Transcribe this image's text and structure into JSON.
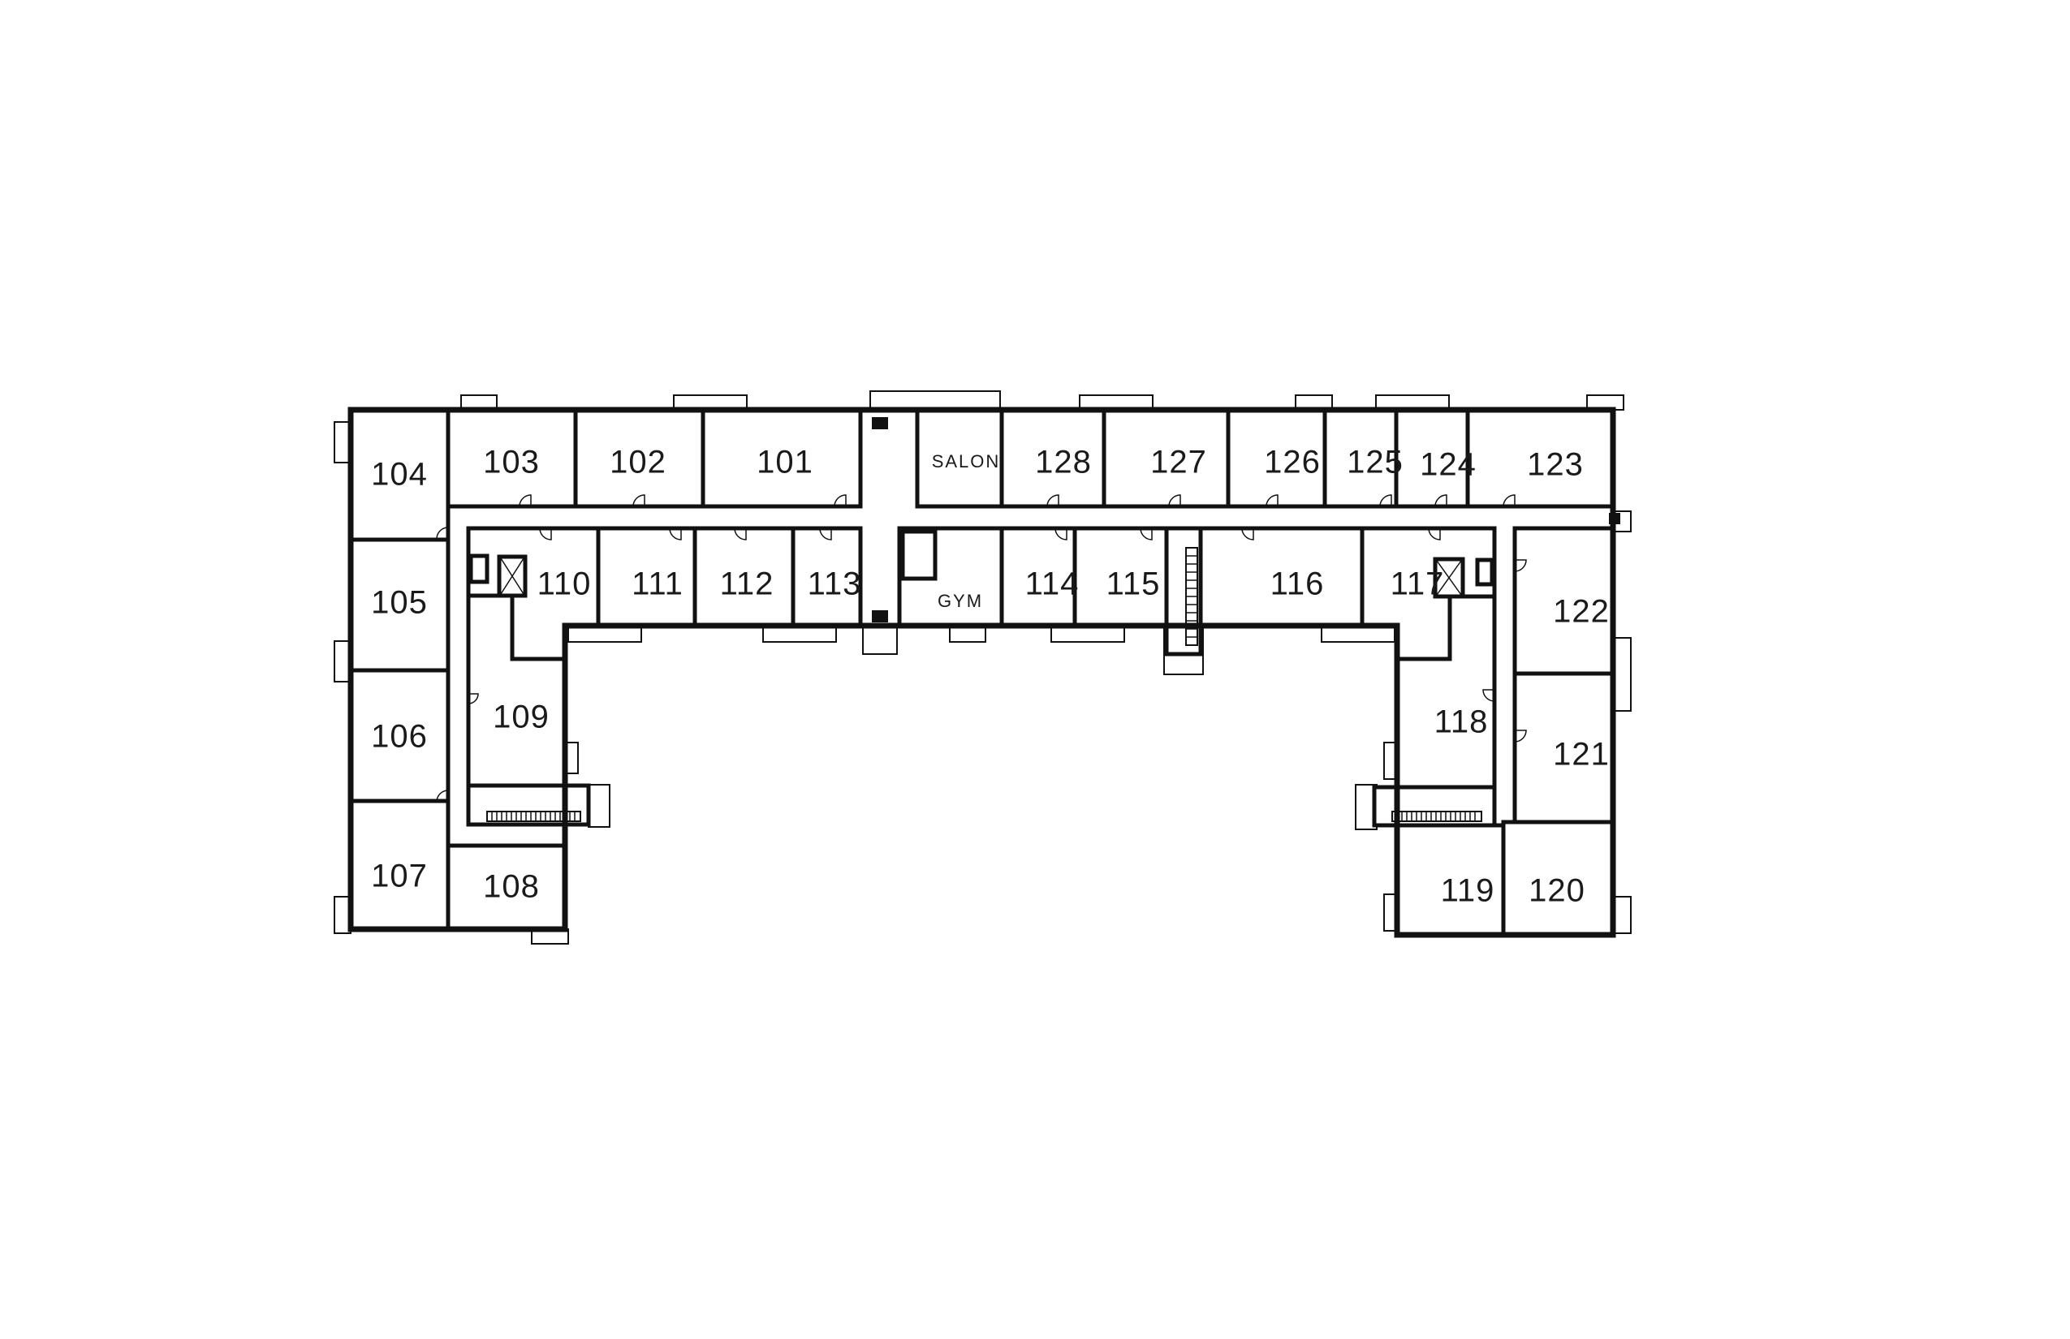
{
  "floor_plan": {
    "rooms": {
      "r101": "101",
      "r102": "102",
      "r103": "103",
      "r104": "104",
      "r105": "105",
      "r106": "106",
      "r107": "107",
      "r108": "108",
      "r109": "109",
      "r110": "110",
      "r111": "111",
      "r112": "112",
      "r113": "113",
      "r114": "114",
      "r115": "115",
      "r116": "116",
      "r117": "117",
      "r118": "118",
      "r119": "119",
      "r120": "120",
      "r121": "121",
      "r122": "122",
      "r123": "123",
      "r124": "124",
      "r125": "125",
      "r126": "126",
      "r127": "127",
      "r128": "128",
      "salon": "SALON",
      "gym": "GYM"
    }
  }
}
